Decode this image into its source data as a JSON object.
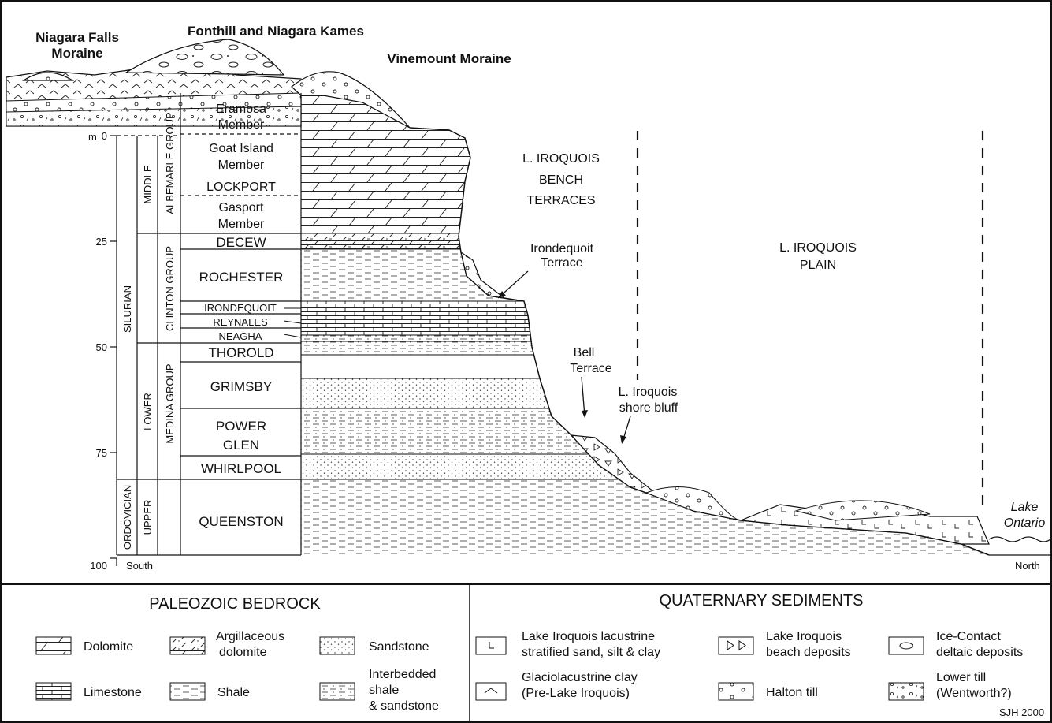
{
  "landforms": {
    "niagara_falls_moraine": [
      "Niagara Falls",
      "Moraine"
    ],
    "fonthill_kames": "Fonthill and Niagara Kames",
    "vinemount_moraine": "Vinemount Moraine",
    "bench_terraces": [
      "L. IROQUOIS",
      "BENCH",
      "TERRACES"
    ],
    "irondequoit_terrace": [
      "Irondequoit",
      "Terrace"
    ],
    "iroquois_plain": [
      "L. IROQUOIS",
      "PLAIN"
    ],
    "bell_terrace": [
      "Bell",
      "Terrace"
    ],
    "shore_bluff": [
      "L. Iroquois",
      "shore bluff"
    ],
    "lake_ontario": [
      "Lake",
      "Ontario"
    ]
  },
  "scale": {
    "unit": "m",
    "ticks": [
      "0",
      "25",
      "50",
      "75",
      "100"
    ],
    "south": "South",
    "north": "North"
  },
  "systems": {
    "silurian": "SILURIAN",
    "ordovician": "ORDOVICIAN"
  },
  "series": {
    "middle": "MIDDLE",
    "lower": "LOWER",
    "upper": "UPPER"
  },
  "groups": {
    "albemarle": "ALBEMARLE GROUP",
    "clinton": "CLINTON GROUP",
    "medina": "MEDINA GROUP"
  },
  "formations": {
    "eramosa": [
      "Eramosa",
      "Member"
    ],
    "goat_island": [
      "Goat Island",
      "Member"
    ],
    "lockport": "LOCKPORT",
    "gasport": [
      "Gasport",
      "Member"
    ],
    "decew": "DECEW",
    "rochester": "ROCHESTER",
    "irondequoit": "IRONDEQUOIT",
    "reynales": "REYNALES",
    "neagha": "NEAGHA",
    "thorold": "THOROLD",
    "grimsby": "GRIMSBY",
    "power_glen": [
      "POWER",
      "GLEN"
    ],
    "whirlpool": "WHIRLPOOL",
    "queenston": "QUEENSTON"
  },
  "legend": {
    "bedrock_title": "PALEOZOIC BEDROCK",
    "quaternary_title": "QUATERNARY SEDIMENTS",
    "dolomite": "Dolomite",
    "argillaceous": [
      "Argillaceous",
      "dolomite"
    ],
    "sandstone": "Sandstone",
    "limestone": "Limestone",
    "shale": "Shale",
    "interbedded": [
      "Interbedded",
      "shale",
      "& sandstone"
    ],
    "lacustrine": [
      "Lake Iroquois lacustrine",
      "stratified sand, silt & clay"
    ],
    "beach": [
      "Lake Iroquois",
      "beach deposits"
    ],
    "ice_contact": [
      "Ice-Contact",
      "deltaic deposits"
    ],
    "glaciolacustrine": [
      "Glaciolacustrine clay",
      "(Pre-Lake Iroquois)"
    ],
    "halton": "Halton till",
    "lower_till": [
      "Lower till",
      "(Wentworth?)"
    ]
  },
  "credit": "SJH 2000"
}
